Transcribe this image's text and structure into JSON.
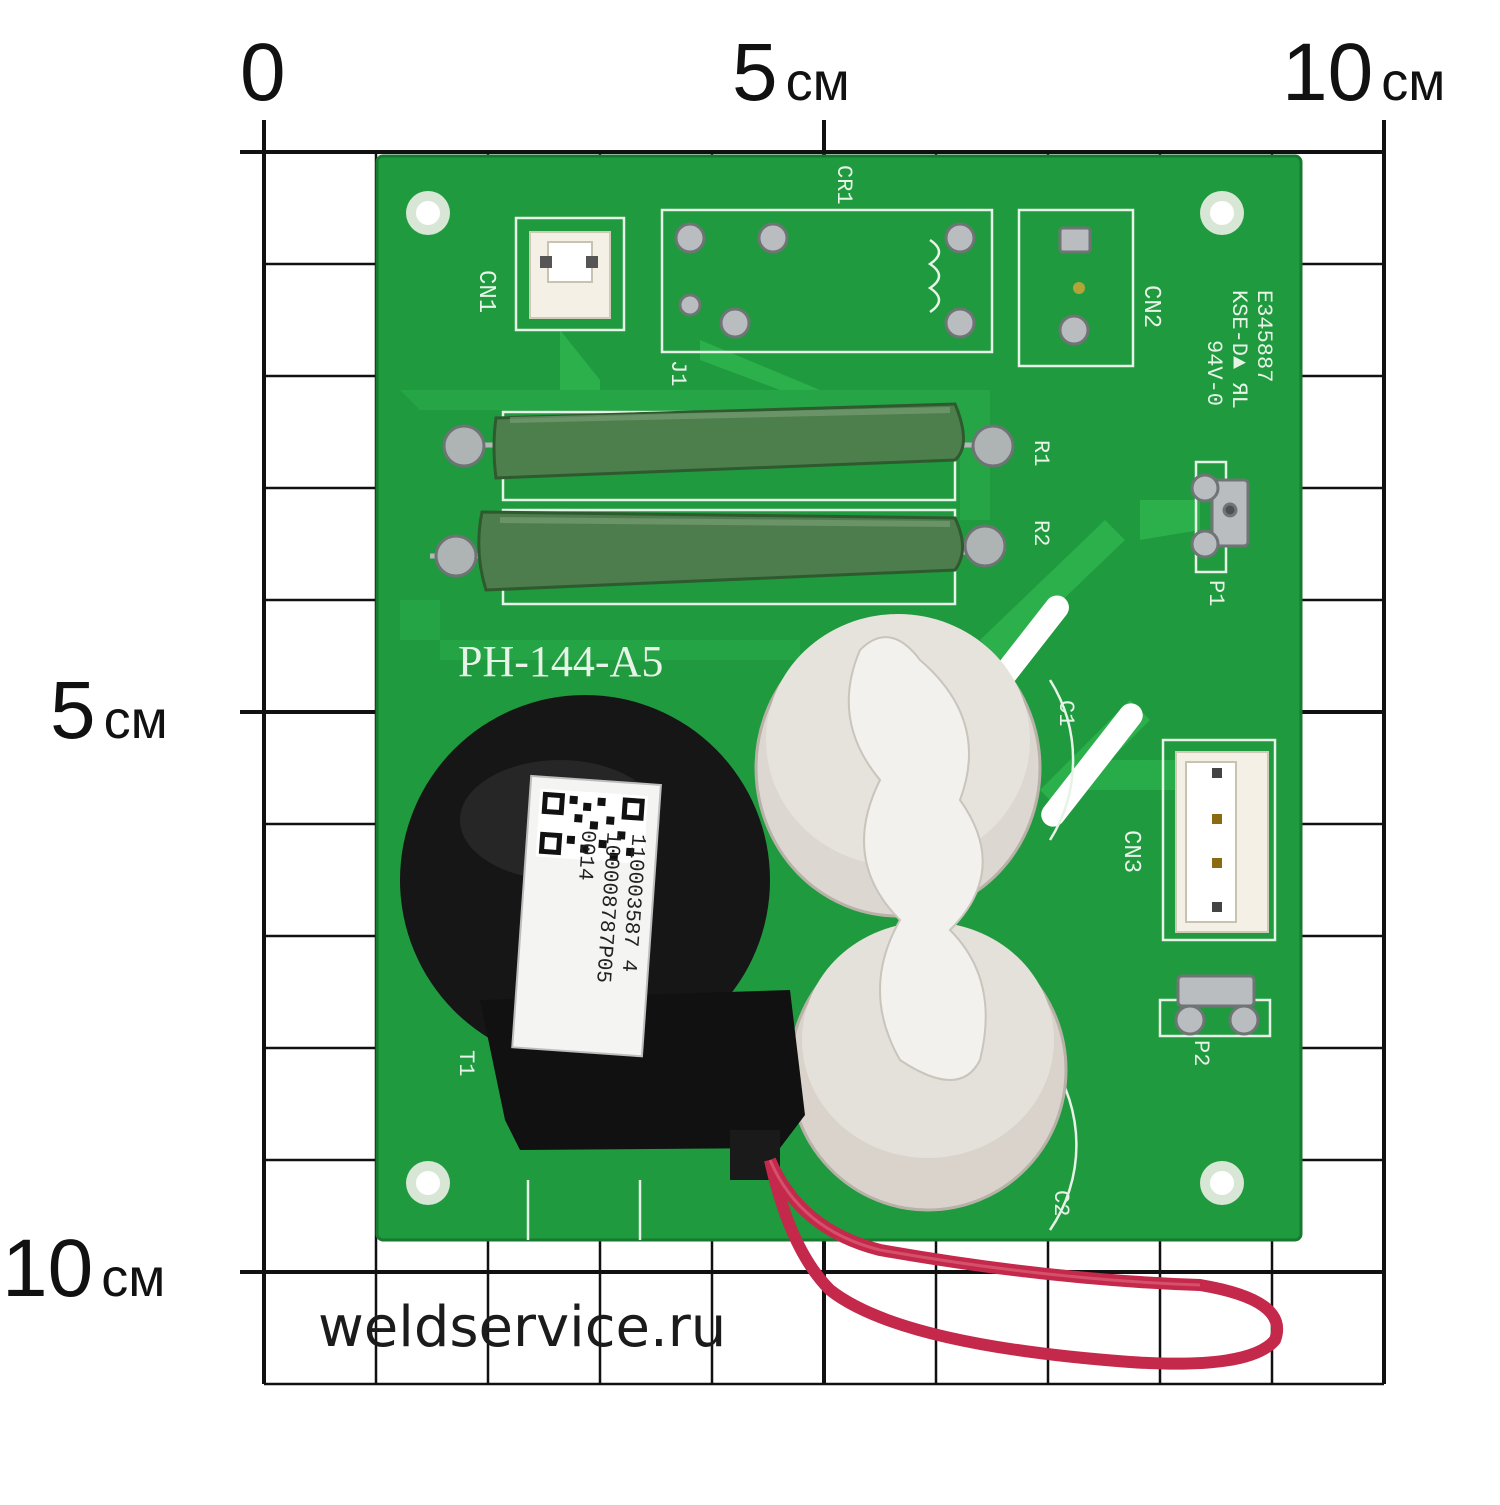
{
  "ruler": {
    "top": [
      {
        "num": "0",
        "unit": ""
      },
      {
        "num": "5",
        "unit": "см"
      },
      {
        "num": "10",
        "unit": "см"
      }
    ],
    "left": [
      {
        "num": "5",
        "unit": "см"
      },
      {
        "num": "10",
        "unit": "см"
      }
    ]
  },
  "board": {
    "model": "PH-144-A5",
    "cert_lines": [
      "E345887",
      "KSE-D▲ ЯL",
      "94V-0"
    ],
    "refs": {
      "cn1": "CN1",
      "cr1": "CR1",
      "cn2": "CN2",
      "j1": "J1",
      "r1": "R1",
      "r2": "R2",
      "p1": "P1",
      "c1": "C1",
      "cn3": "CN3",
      "t1": "T1",
      "p2": "P2",
      "c2": "C2"
    },
    "sticker_lines": [
      "110003587 4",
      "100008787P05",
      "0014"
    ]
  },
  "watermark": "weldservice.ru",
  "colors": {
    "pcb": "#1f9a3e",
    "pcb_trace": "#2bb04c",
    "silkscreen": "#e8f3e8",
    "resistor": "#4d7f4c",
    "capacitor": "#dcd7d0",
    "wire": "#c4284a",
    "grid": "#111111"
  }
}
